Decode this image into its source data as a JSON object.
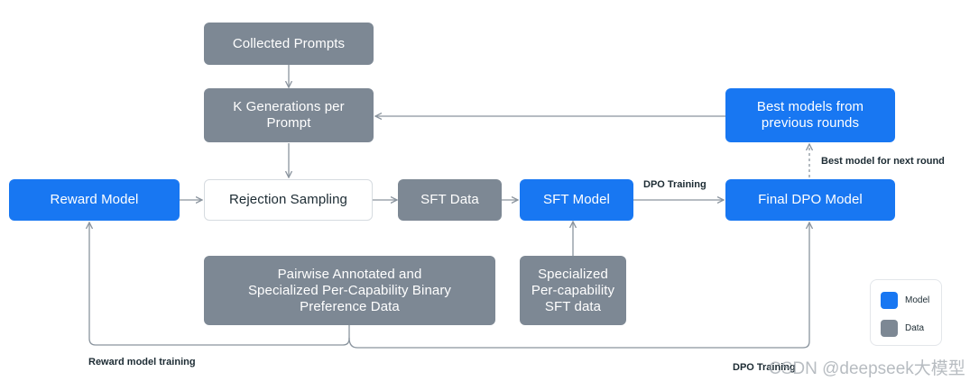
{
  "nodes": {
    "collected_prompts": "Collected Prompts",
    "k_generations_line1": "K Generations per",
    "k_generations_line2": "Prompt",
    "best_models_line1": "Best models from",
    "best_models_line2": "previous rounds",
    "reward_model": "Reward Model",
    "rejection_sampling": "Rejection Sampling",
    "sft_data": "SFT Data",
    "sft_model": "SFT Model",
    "final_dpo_model": "Final DPO Model",
    "pairwise_line1": "Pairwise Annotated and",
    "pairwise_line2": "Specialized Per-Capability Binary",
    "pairwise_line3": "Preference Data",
    "specialized_line1": "Specialized",
    "specialized_line2": "Per-capability",
    "specialized_line3": "SFT data"
  },
  "edge_labels": {
    "dpo_training_top": "DPO Training",
    "best_model_next_round": "Best model for next round",
    "reward_model_training": "Reward model training",
    "dpo_training_bottom": "DPO Training"
  },
  "legend": {
    "model_label": "Model",
    "data_label": "Data",
    "model_color": "#1877f2",
    "data_color": "#7d8894"
  },
  "watermark": "CSDN @deepseek大模型"
}
